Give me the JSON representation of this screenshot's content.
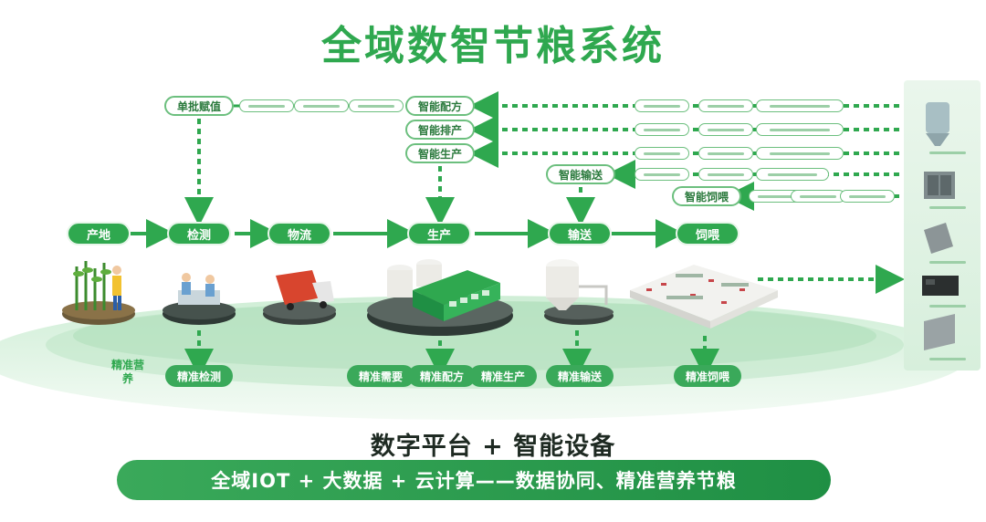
{
  "title": "全域数智节粮系统",
  "main_steps": [
    "产地",
    "检测",
    "物流",
    "生产",
    "输送",
    "饲喂"
  ],
  "outlined": {
    "formula": "单批赋值",
    "smart_formula": "智能配方",
    "smart_schedule": "智能排产",
    "smart_production": "智能生产",
    "smart_conveying": "智能输送",
    "smart_feeding": "智能饲喂"
  },
  "side_label": "精准营养",
  "bottom_pills": [
    "精准检测",
    "精准需要",
    "精准配方",
    "精准生产",
    "精准输送",
    "精准饲喂"
  ],
  "platform_text": "数字平台 + 智能设备",
  "banner_text": "全域IOT + 大数据 + 云计算——数据协同、精准营养节粮",
  "icons": [
    "farm-field-icon",
    "lab-testing-icon",
    "truck-icon",
    "feed-mill-icon",
    "silo-tank-icon",
    "barn-layout-icon"
  ],
  "colors": {
    "green": "#2fa84f",
    "dark_green": "#1f8f44",
    "light_green": "#e8f6ea"
  }
}
